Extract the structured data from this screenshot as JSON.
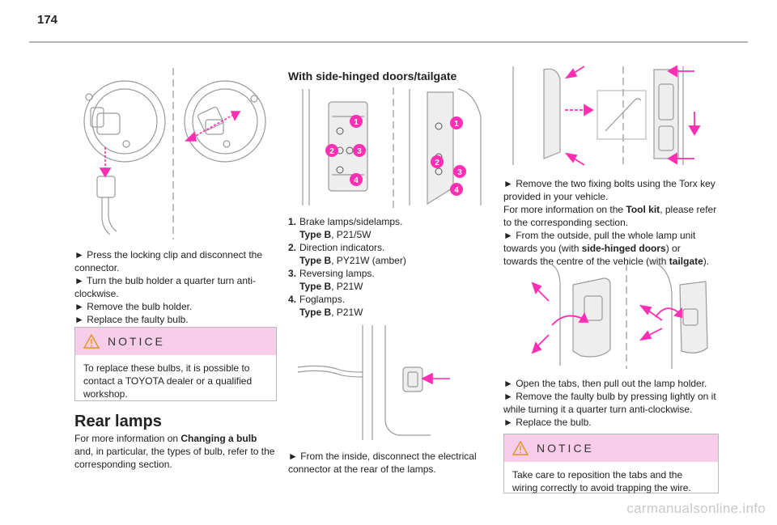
{
  "page_number": "174",
  "colors": {
    "accent": "#ff2fb4",
    "notice_bg": "#f7cde9",
    "rule": "#b7b7b7"
  },
  "left": {
    "steps": [
      "► Press the locking clip and disconnect the connector.",
      "► Turn the bulb holder a quarter turn anti-clockwise.",
      "► Remove the bulb holder.",
      "► Replace the faulty bulb."
    ],
    "notice": {
      "icon": "warning-triangle-icon",
      "title": "NOTICE",
      "text": "To replace these bulbs, it is possible to contact a TOYOTA dealer or a qualified workshop."
    },
    "rear_heading": "Rear lamps",
    "rear_intro_pre": "For more information on ",
    "rear_intro_bold": "Changing a bulb",
    "rear_intro_post": " and, in particular, the types of bulb, refer to the corresponding section."
  },
  "middle": {
    "heading": "With side-hinged doors/tailgate",
    "markers": [
      "1",
      "2",
      "3",
      "4"
    ],
    "items": [
      {
        "num": "1.",
        "name": "Brake lamps/sidelamps.",
        "type_label": "Type B",
        "type_value": ", P21/5W"
      },
      {
        "num": "2.",
        "name": "Direction indicators.",
        "type_label": "Type B",
        "type_value": ", PY21W (amber)"
      },
      {
        "num": "3.",
        "name": "Reversing lamps.",
        "type_label": "Type B",
        "type_value": ", P21W"
      },
      {
        "num": "4.",
        "name": "Foglamps.",
        "type_label": "Type B",
        "type_value": ", P21W"
      }
    ],
    "step": "► From the inside, disconnect the electrical connector at the rear of the lamps."
  },
  "right": {
    "p1": "► Remove the two fixing bolts using the Torx key provided in your vehicle.",
    "p2_pre": "For more information on the ",
    "p2_bold": "Tool kit",
    "p2_post": ", please refer to the corresponding section.",
    "p3_pre": "► From the outside, pull the whole lamp unit towards you (with ",
    "p3_bold1": "side-hinged doors",
    "p3_mid": ") or towards the centre of the vehicle (with ",
    "p3_bold2": "tailgate",
    "p3_post": ").",
    "steps2": [
      "► Open the tabs, then pull out the lamp holder.",
      "► Remove the faulty bulb by pressing lightly on it while turning it a quarter turn anti-clockwise.",
      "► Replace the bulb."
    ],
    "notice": {
      "icon": "warning-triangle-icon",
      "title": "NOTICE",
      "text": "Take care to reposition the tabs and the wiring correctly to avoid trapping the wire."
    }
  },
  "watermark": "carmanualsonline.info"
}
